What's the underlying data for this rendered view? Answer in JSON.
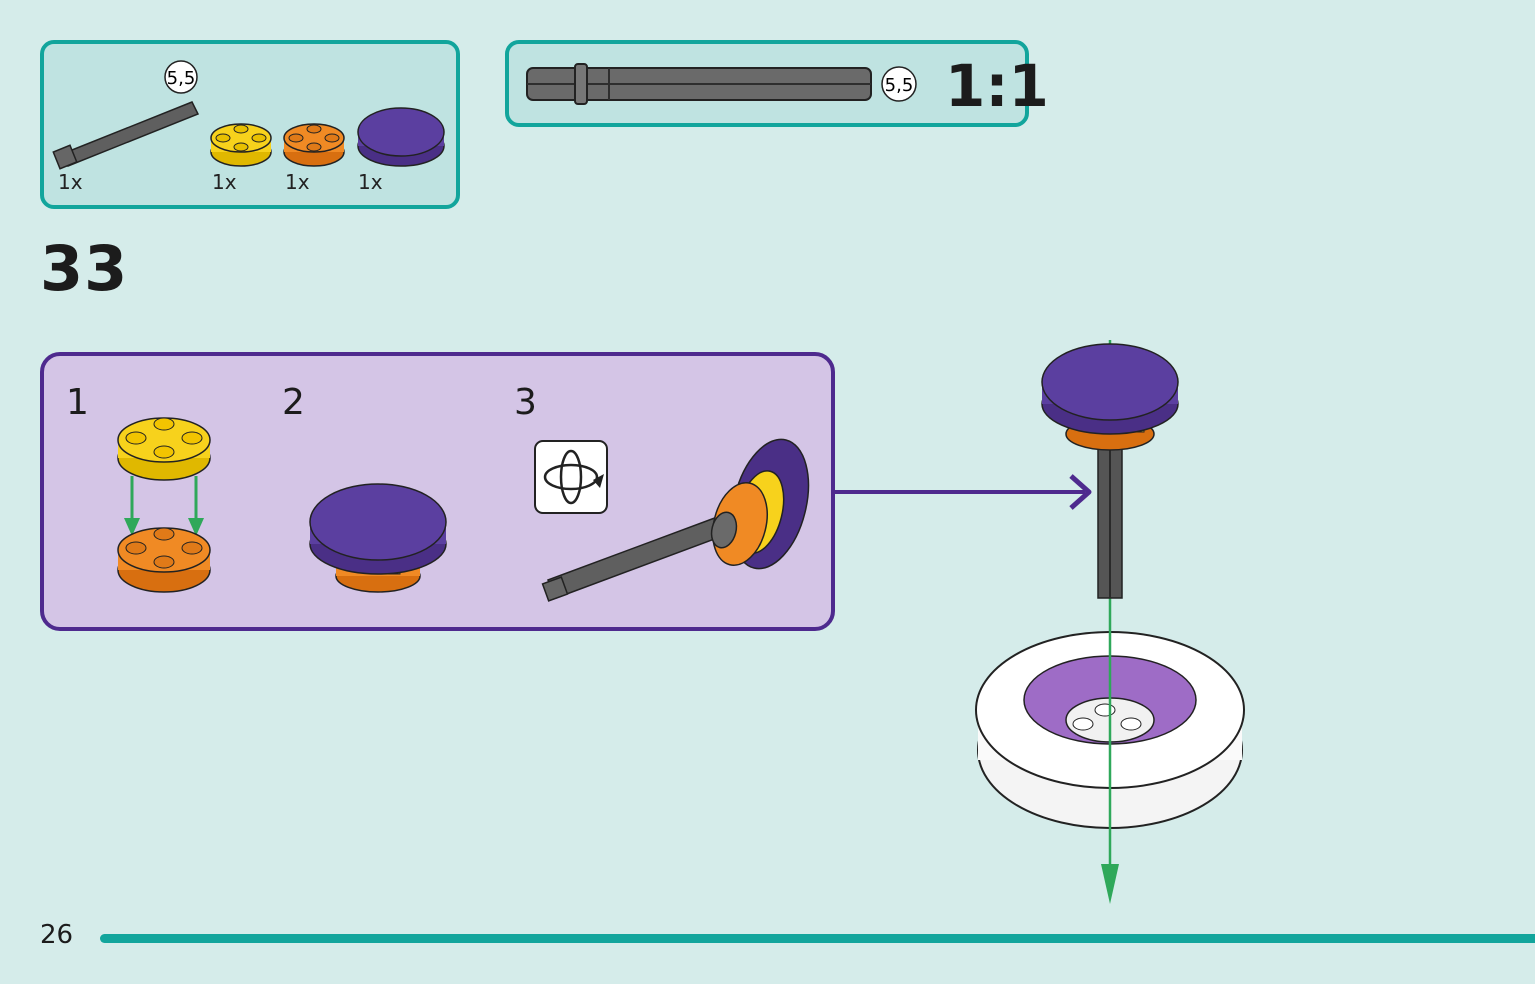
{
  "parts_list": {
    "items": [
      {
        "part": "axle",
        "qty": "1x",
        "length_badge": "5,5"
      },
      {
        "part": "round-plate-yellow",
        "qty": "1x"
      },
      {
        "part": "round-plate-orange",
        "qty": "1x"
      },
      {
        "part": "round-tile-purple",
        "qty": "1x"
      }
    ]
  },
  "scale_box": {
    "length_badge": "5,5",
    "ratio": "1:1"
  },
  "step": {
    "number": "33"
  },
  "sub_steps": [
    {
      "number": "1"
    },
    {
      "number": "2"
    },
    {
      "number": "3"
    }
  ],
  "footer": {
    "page_number": "26"
  },
  "colors": {
    "background": "#d5ecea",
    "teal": "#12a59c",
    "purple": "#5b3fa0",
    "yellow": "#f7d21c",
    "orange": "#f08a24",
    "axle_grey": "#5f5f5f",
    "arrow_green": "#2fa85a"
  }
}
